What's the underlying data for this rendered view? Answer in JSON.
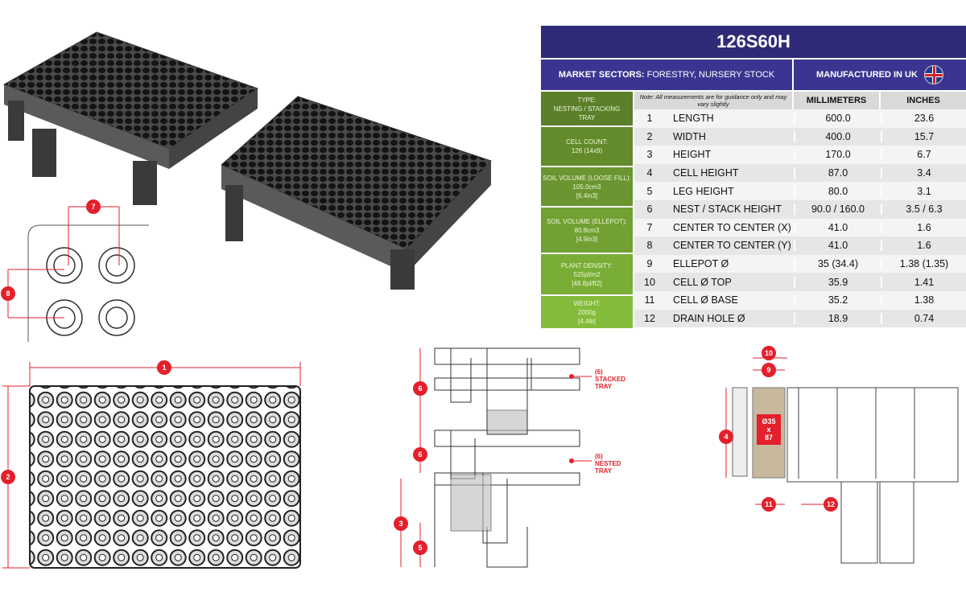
{
  "title": "126S60H",
  "sectors": {
    "label": "MARKET SECTORS:",
    "value": "FORESTRY, NURSERY STOCK"
  },
  "manufactured": "MANUFACTURED IN UK",
  "flag_icon": "uk-flag-icon",
  "note": "Note: All measurements are for guidance only and may vary slightly",
  "columns": {
    "mm": "MILLIMETERS",
    "in": "INCHES"
  },
  "attributes": [
    {
      "label": "TYPE:",
      "l1": "NESTING / STACKING",
      "l2": "TRAY",
      "color": "#5b7f2a"
    },
    {
      "label": "CELL COUNT:",
      "l1": "126 (14x9)",
      "l2": "",
      "color": "#638a2b"
    },
    {
      "label": "SOIL VOLUME (LOOSE FILL):",
      "l1": "105.0cm3",
      "l2": "[6.4in3]",
      "color": "#6a9530"
    },
    {
      "label": "SOIL VOLUME (ELLEPOT):",
      "l1": "80.8cm3",
      "l2": "[4.9in3]",
      "color": "#72a033"
    },
    {
      "label": "PLANT DENSITY:",
      "l1": "525pl/m2",
      "l2": "[48.8pl/ft2]",
      "color": "#7aad36"
    },
    {
      "label": "WEIGHT:",
      "l1": "2000g",
      "l2": "[4.4lb]",
      "color": "#84bb3a"
    }
  ],
  "rows": [
    {
      "n": "1",
      "label": "LENGTH",
      "mm": "600.0",
      "in": "23.6"
    },
    {
      "n": "2",
      "label": "WIDTH",
      "mm": "400.0",
      "in": "15.7"
    },
    {
      "n": "3",
      "label": "HEIGHT",
      "mm": "170.0",
      "in": "6.7"
    },
    {
      "n": "4",
      "label": "CELL HEIGHT",
      "mm": "87.0",
      "in": "3.4"
    },
    {
      "n": "5",
      "label": "LEG HEIGHT",
      "mm": "80.0",
      "in": "3.1"
    },
    {
      "n": "6",
      "label": "NEST / STACK HEIGHT",
      "mm": "90.0 / 160.0",
      "in": "3.5 / 6.3"
    },
    {
      "n": "7",
      "label": "CENTER TO CENTER (X)",
      "mm": "41.0",
      "in": "1.6"
    },
    {
      "n": "8",
      "label": "CENTER TO CENTER (Y)",
      "mm": "41.0",
      "in": "1.6"
    },
    {
      "n": "9",
      "label": "ELLEPOT Ø",
      "mm": "35 (34.4)",
      "in": "1.38 (1.35)"
    },
    {
      "n": "10",
      "label": "CELL Ø TOP",
      "mm": "35.9",
      "in": "1.41"
    },
    {
      "n": "11",
      "label": "CELL Ø BASE",
      "mm": "35.2",
      "in": "1.38"
    },
    {
      "n": "12",
      "label": "DRAIN HOLE Ø",
      "mm": "18.9",
      "in": "0.74"
    }
  ],
  "drawing": {
    "stacked": {
      "count": "(6)",
      "l1": "STACKED",
      "l2": "TRAY"
    },
    "nested": {
      "count": "(6)",
      "l1": "NESTED",
      "l2": "TRAY"
    },
    "ellepot": {
      "l1": "Ø35",
      "l2": "x",
      "l3": "87"
    },
    "markers": [
      "1",
      "2",
      "3",
      "4",
      "5",
      "6",
      "6",
      "7",
      "8",
      "9",
      "10",
      "11",
      "12"
    ]
  }
}
